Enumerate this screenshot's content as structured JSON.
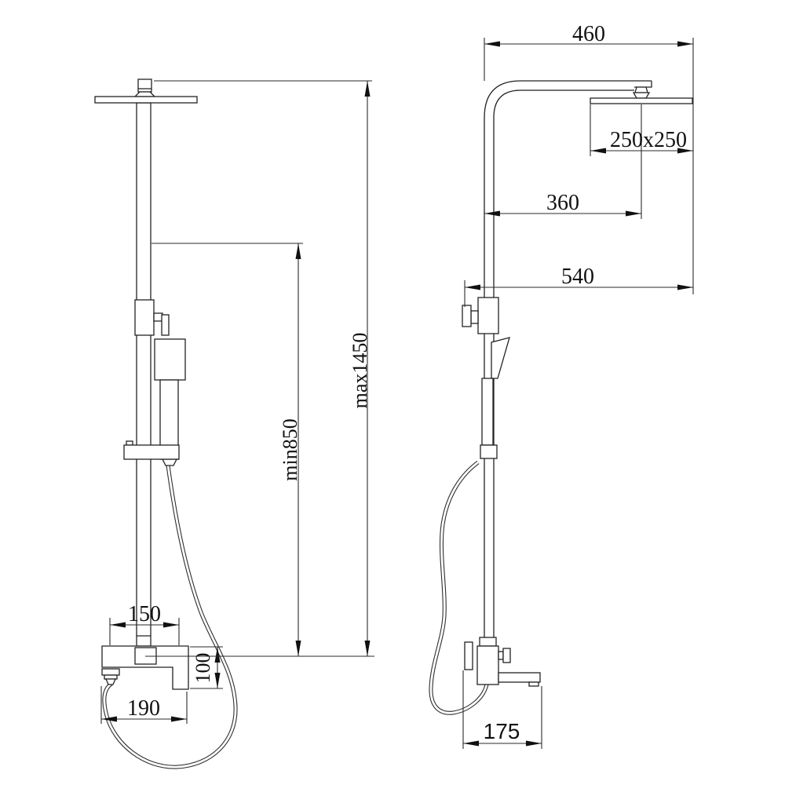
{
  "drawing": {
    "title": "shower-column-technical-drawing",
    "background": "#ffffff",
    "line_color": "#222222",
    "views": {
      "front": {
        "dims": {
          "d150": {
            "label": "150",
            "value_mm": 150,
            "orientation": "horizontal"
          },
          "d100": {
            "label": "100",
            "value_mm": 100,
            "orientation": "vertical"
          },
          "d190": {
            "label": "190",
            "value_mm": 190,
            "orientation": "horizontal"
          },
          "min850": {
            "label": "min850",
            "value_mm": 850,
            "orientation": "vertical"
          },
          "max1450": {
            "label": "max1450",
            "value_mm": 1450,
            "orientation": "vertical"
          }
        }
      },
      "side": {
        "dims": {
          "d460": {
            "label": "460",
            "value_mm": 460,
            "orientation": "horizontal"
          },
          "d250": {
            "label": "250x250",
            "value_mm": 250,
            "orientation": "horizontal"
          },
          "d360": {
            "label": "360",
            "value_mm": 360,
            "orientation": "horizontal"
          },
          "d540": {
            "label": "540",
            "value_mm": 540,
            "orientation": "horizontal"
          },
          "d175": {
            "label": "175",
            "value_mm": 175,
            "orientation": "horizontal"
          }
        }
      }
    }
  }
}
